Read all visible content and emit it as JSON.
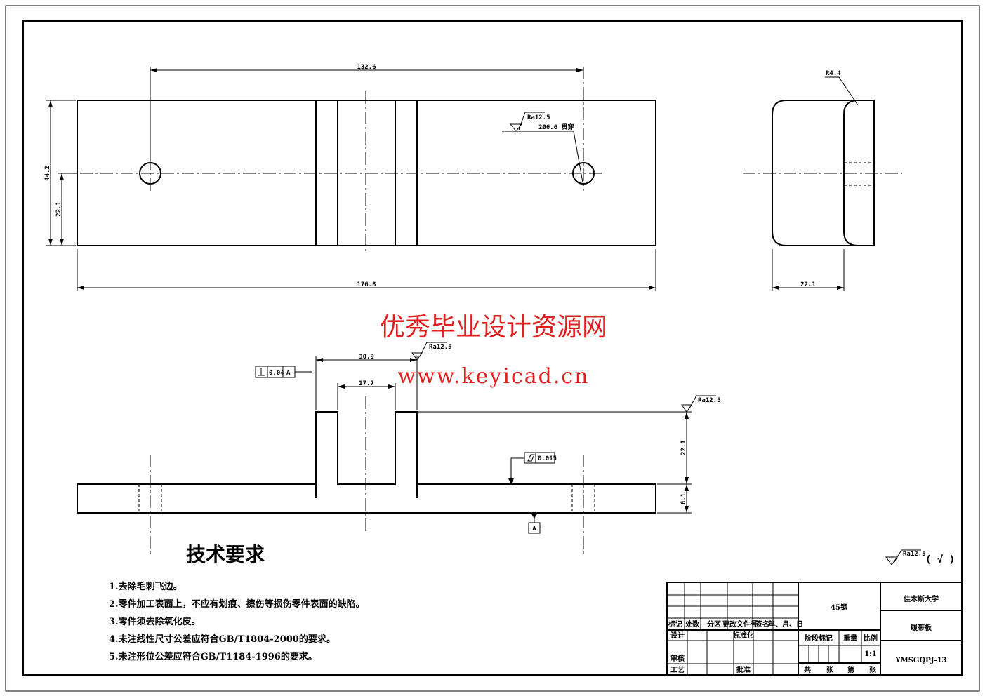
{
  "watermark": {
    "title": "优秀毕业设计资源网",
    "url": "www.keyicad.cn",
    "color": "#e02020"
  },
  "front_view": {
    "dim_hole_spacing": "132.6",
    "dim_height": "44.2",
    "dim_half_height": "22.1",
    "dim_length": "176.8",
    "roughness": "Ra12.5",
    "hole_note": "2Ø6.6 贯穿"
  },
  "side_view": {
    "dim_radius": "R4.4",
    "dim_width": "22.1"
  },
  "bottom_view": {
    "dim_outer": "30.9",
    "dim_inner": "17.7",
    "dim_rib_height": "22.1",
    "dim_thickness": "6.1",
    "roughness_top": "Ra12.5",
    "roughness_right": "Ra12.5",
    "perpendicularity_value": "0.04",
    "perpendicularity_datum": "A",
    "flatness_value": "0.015",
    "datum_label": "A"
  },
  "general_roughness": {
    "value": "Ra12.5",
    "bracket": "( √ )"
  },
  "tech_req": {
    "title": "技术要求",
    "items": [
      "1.去除毛刺飞边。",
      "2.零件加工表面上，不应有划痕、擦伤等损伤零件表面的缺陷。",
      "3.零件须去除氧化皮。",
      "4.未注线性尺寸公差应符合GB/T1804-2000的要求。",
      "5.未注形位公差应符合GB/T1184-1996的要求。"
    ]
  },
  "title_block": {
    "header": [
      "标记",
      "处数",
      "分区",
      "更改文件号",
      "签名",
      "年、月、日"
    ],
    "design": "设计",
    "standard": "标准化",
    "review": "审核",
    "process": "工艺",
    "approve": "批准",
    "material": "45钢",
    "stage": "阶段标记",
    "weight": "重量",
    "scale_label": "比例",
    "scale": "1:1",
    "sheets": [
      "共",
      "张",
      "第",
      "张"
    ],
    "school": "佳木斯大学",
    "part_name": "履带板",
    "drawing_no": "YMSGQPJ-13"
  }
}
